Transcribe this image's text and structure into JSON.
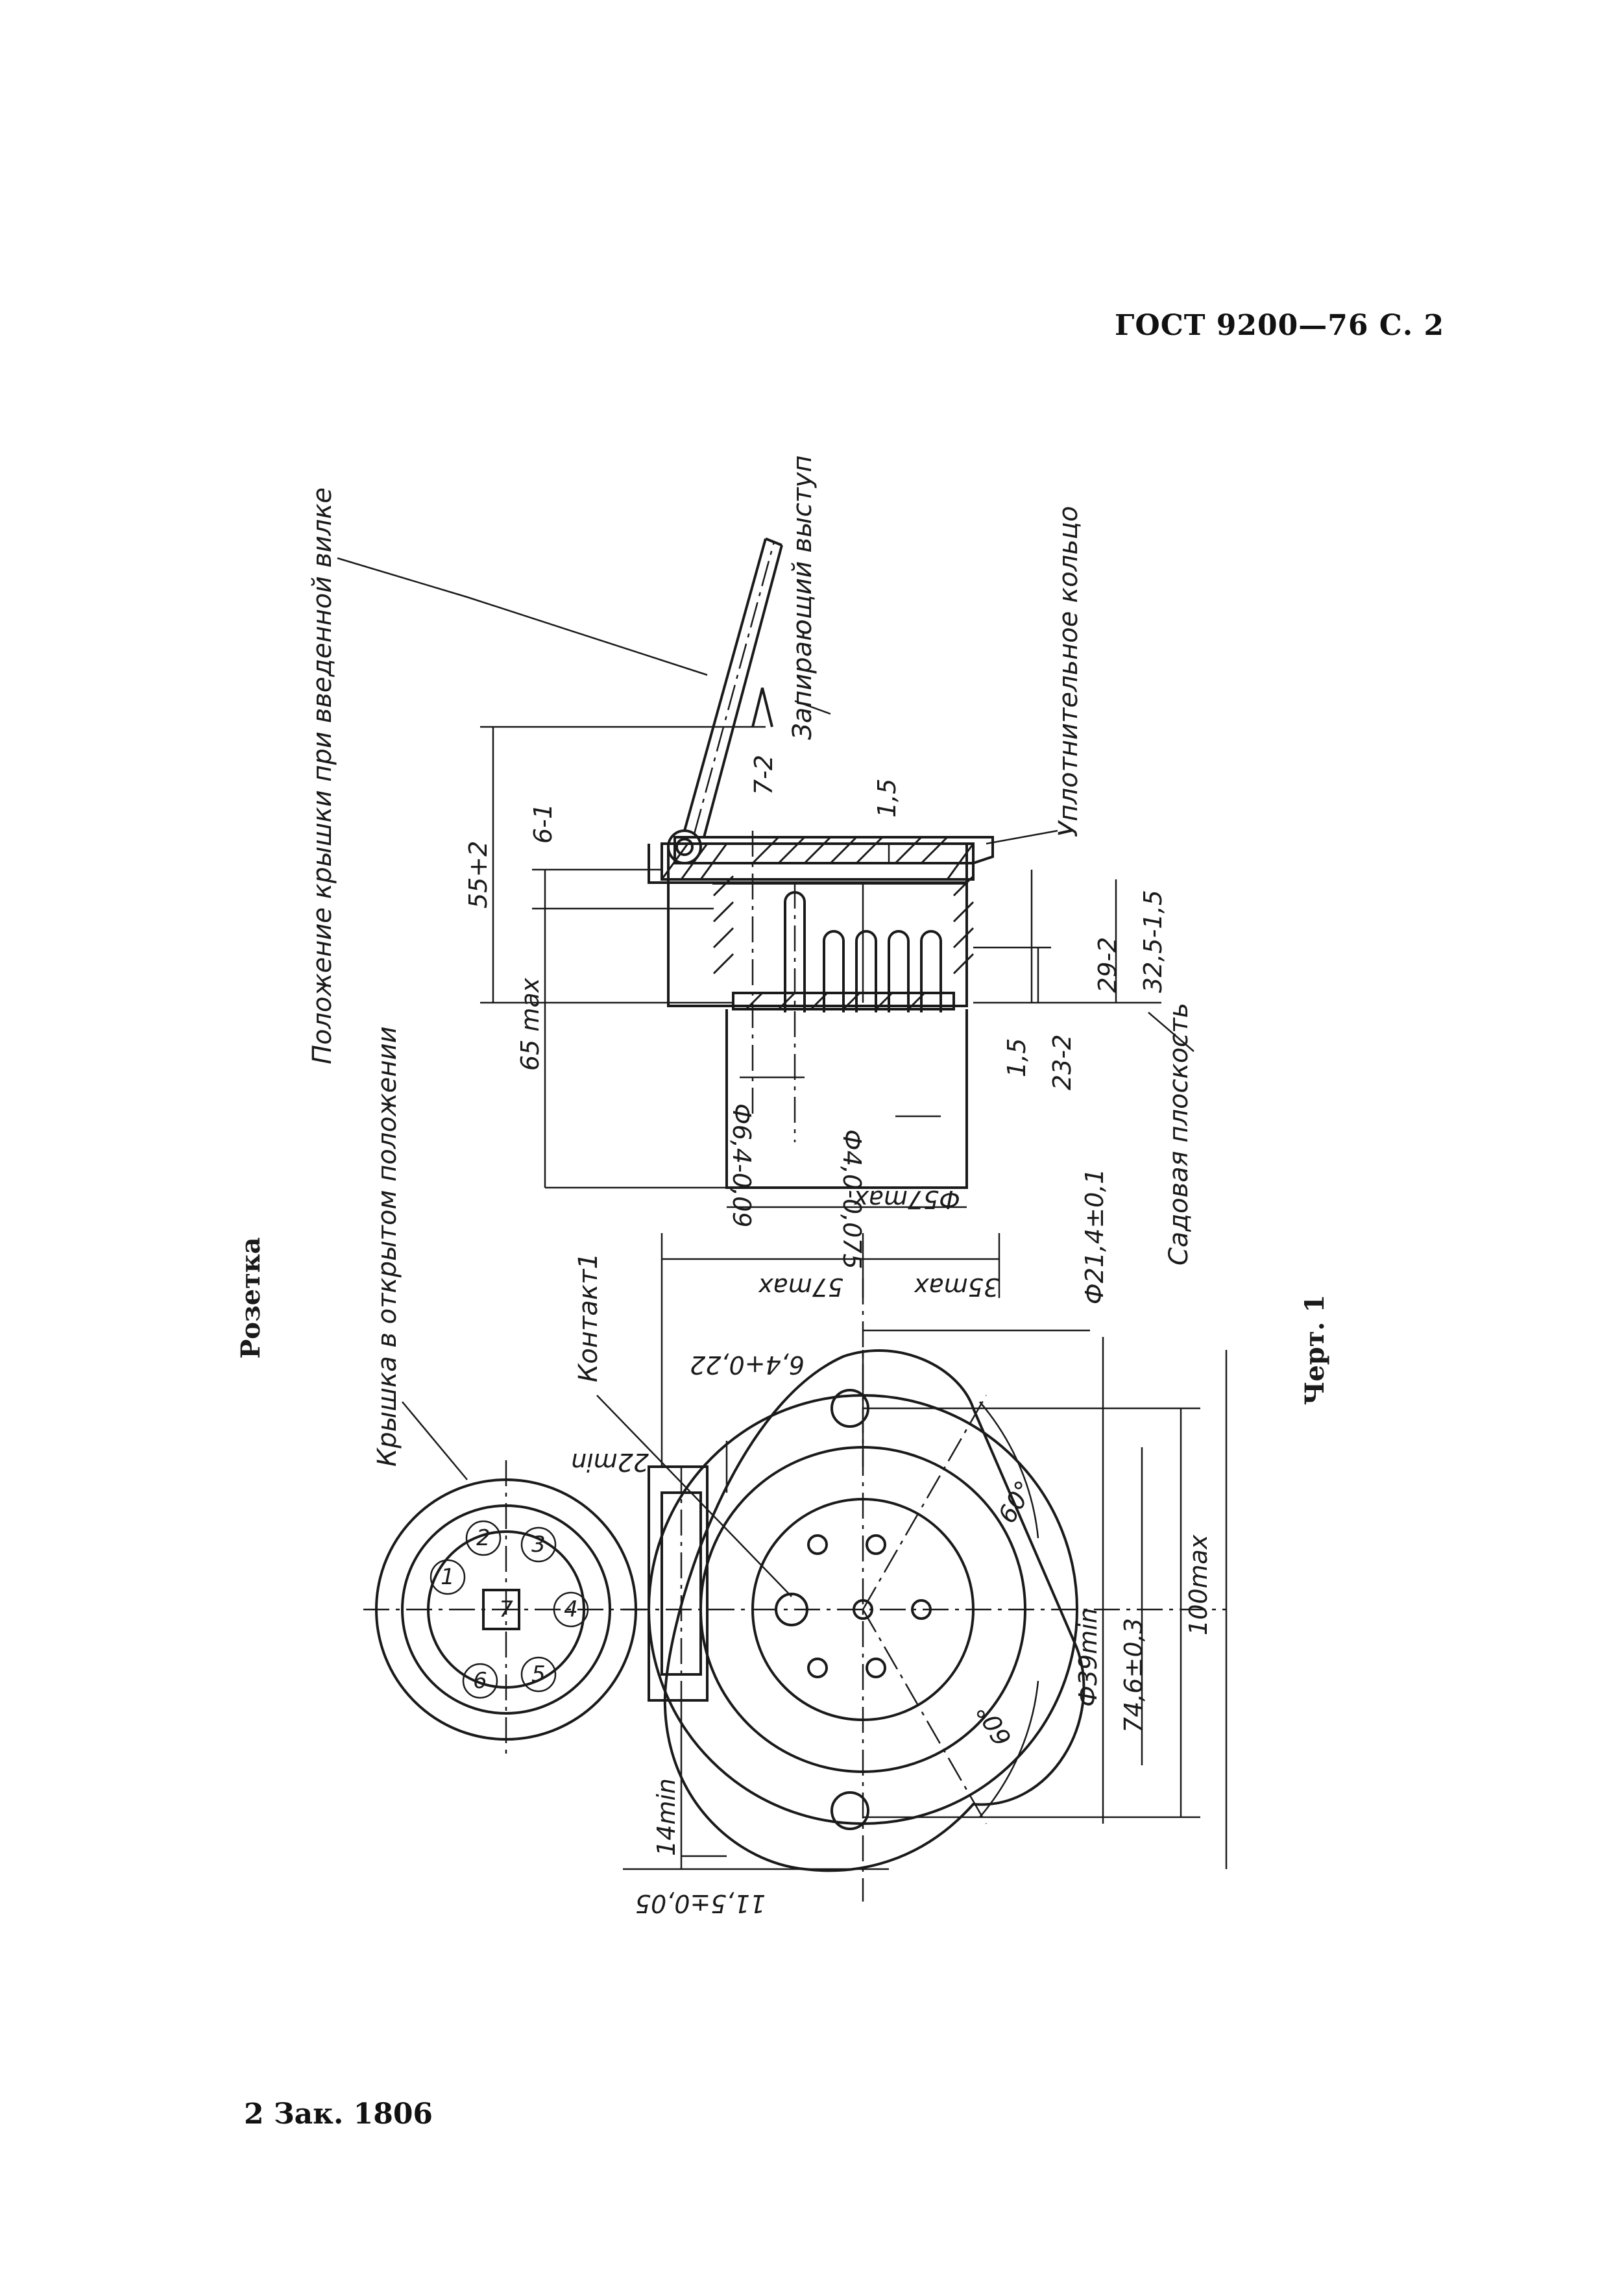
{
  "header": {
    "standard": "ГОСТ 9200—76 С. 2"
  },
  "footer": {
    "order": "2 Зак. 1806"
  },
  "drawing": {
    "title": "Розетка",
    "figure_caption": "Черт. 1",
    "labels": {
      "cover_position": "Положение крышки при введенной вилке",
      "locking_lug": "Запирающий выступ",
      "sealing_ring": "Уплотнительное кольцо",
      "seating_plane": "Садовая плоскость",
      "cover_open": "Крышка в открытом положении",
      "contact1": "Контакт1"
    },
    "dimensions": {
      "d55": "55+2",
      "d6": "6-1",
      "d65": "65 max",
      "d72": "7-2",
      "d15a": "1,5",
      "d15b": "1,5",
      "d23": "23-2",
      "d29": "29-2",
      "d32": "32,5-1,5",
      "phi64": "Ф6,4-0,09",
      "phi40": "Ф4,0-0,075",
      "phi57": "Ф57max",
      "d57": "57max",
      "d35": "35max",
      "phi21": "Ф21,4±0,1",
      "d64": "6,4+0,22",
      "d22": "22min",
      "a60a": "60°",
      "a60b": "60°",
      "phi39": "Ф39min",
      "d746": "74,6±0,3",
      "d100": "100max",
      "d14": "14min",
      "d115": "11,5±0,05"
    },
    "pins": [
      "1",
      "2",
      "3",
      "4",
      "5",
      "6",
      "7"
    ]
  }
}
